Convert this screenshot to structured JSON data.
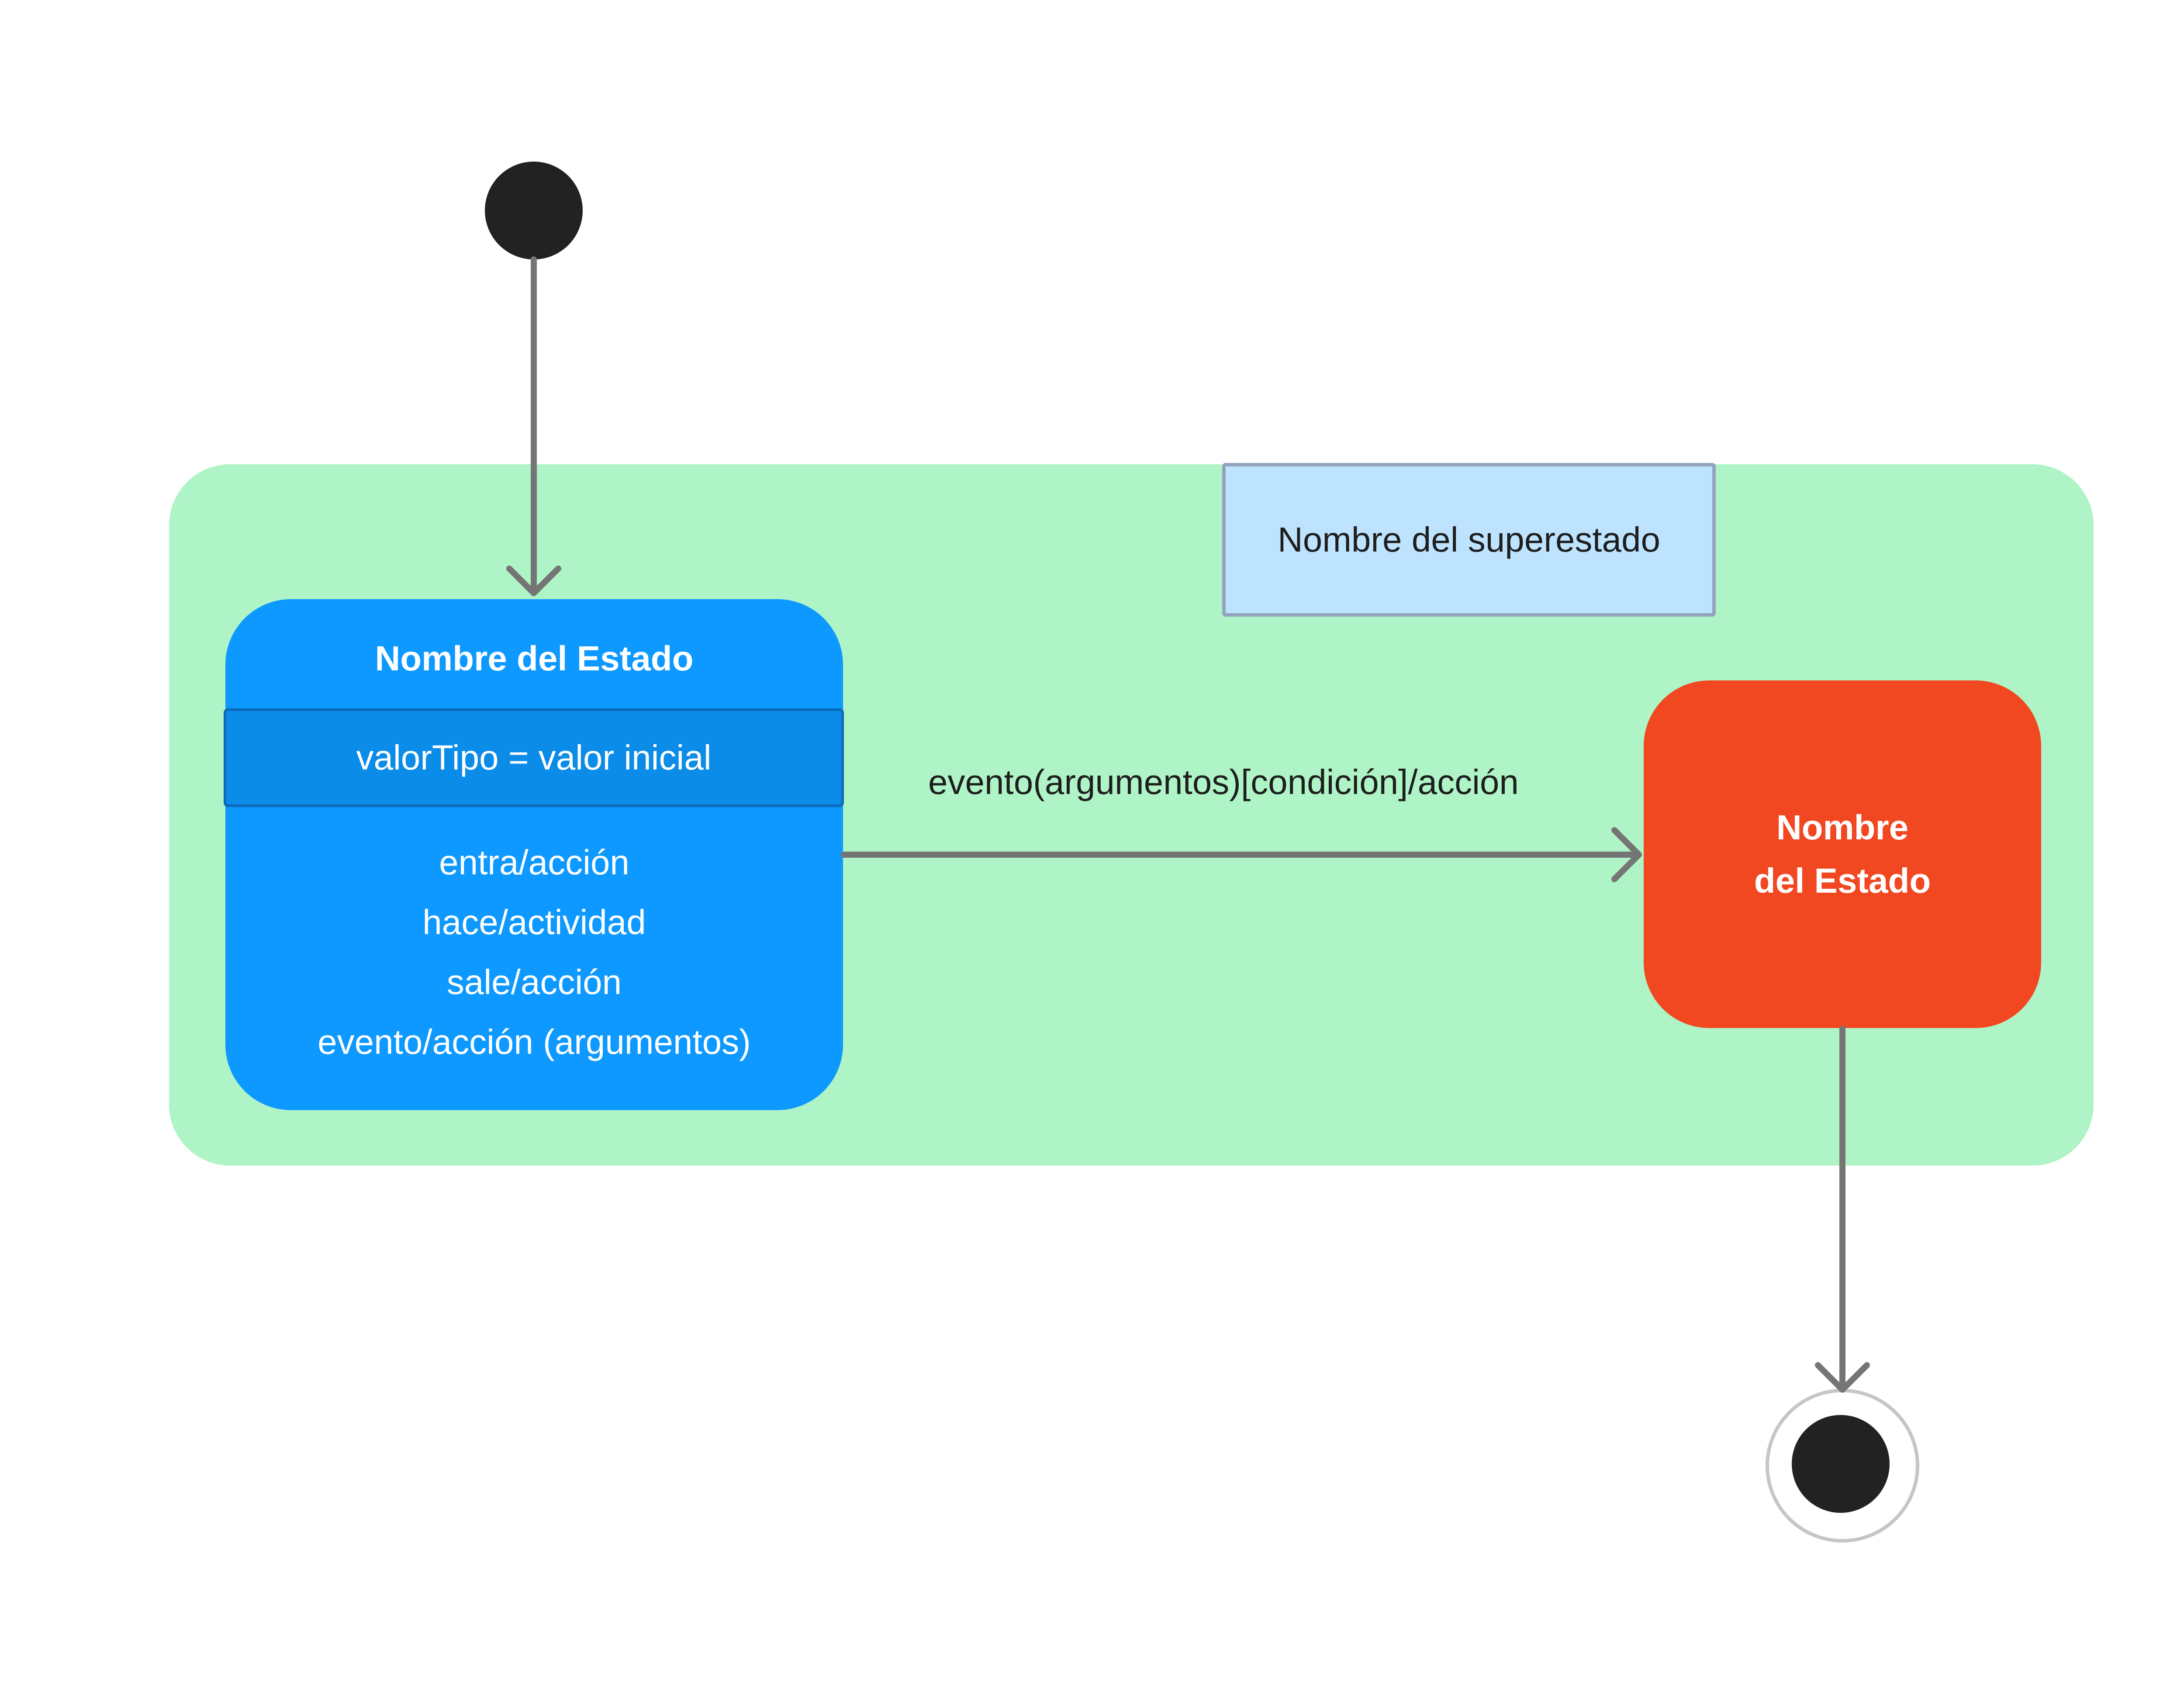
{
  "diagram": {
    "superstate_label": "Nombre del superestado",
    "state_a": {
      "title": "Nombre del Estado",
      "variable": "valorTipo = valor inicial",
      "actions": [
        "entra/acción",
        "hace/actividad",
        "sale/acción",
        "evento/acción (argumentos)"
      ]
    },
    "state_b": {
      "line1": "Nombre",
      "line2": "del Estado"
    },
    "transition_label": "evento(argumentos)[condición]/acción"
  },
  "colors": {
    "superstate_fill": "#aff4c6",
    "superstate_label_fill": "#bde3ff",
    "state_a_fill": "#0d99ff",
    "state_b_fill": "#f24822",
    "arrow": "#757575",
    "node": "#222222"
  }
}
